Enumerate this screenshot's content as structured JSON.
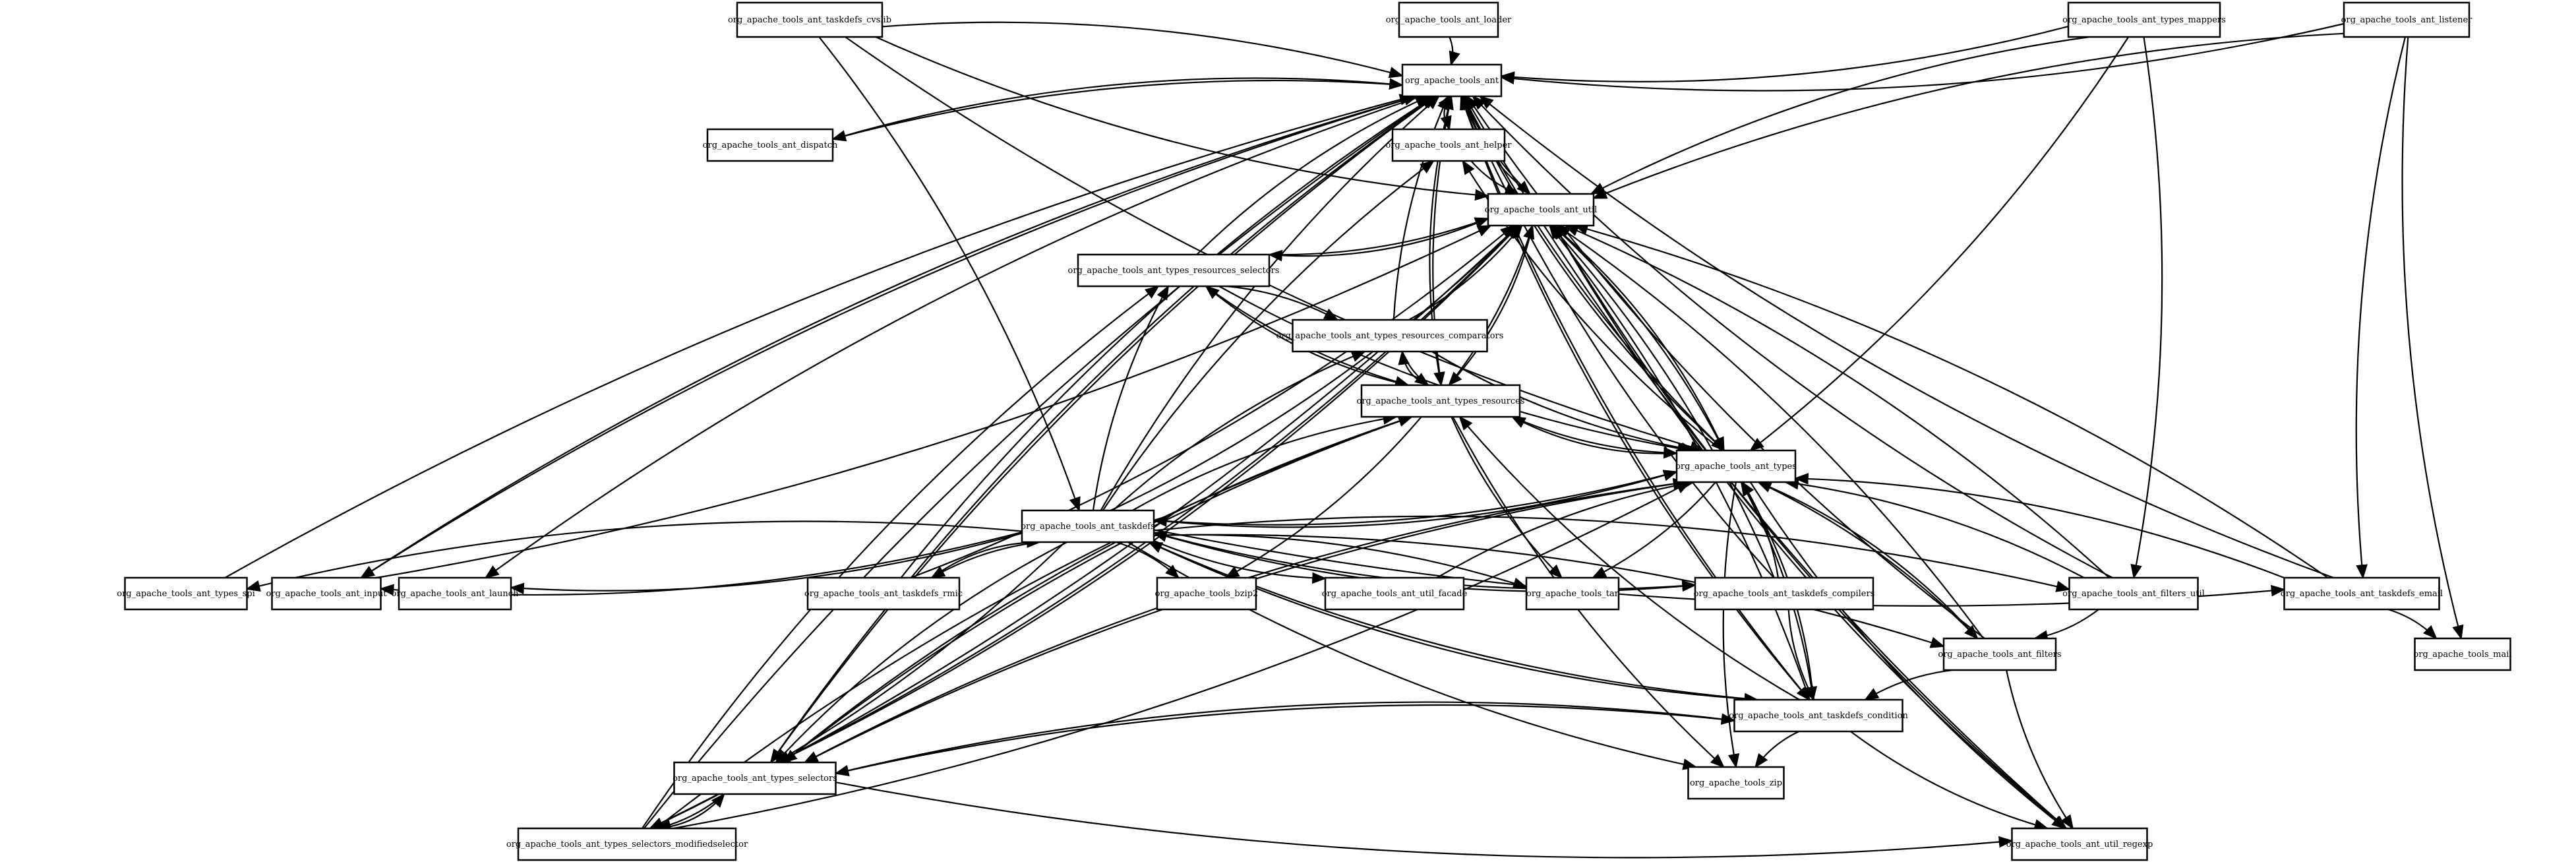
{
  "diagram": {
    "type": "package-dependency-graph",
    "nodes": [
      {
        "id": "ant",
        "label": "org_apache_tools_ant"
      },
      {
        "id": "taskdefs_cvslib",
        "label": "org_apache_tools_ant_taskdefs_cvslib"
      },
      {
        "id": "loader",
        "label": "org_apache_tools_ant_loader"
      },
      {
        "id": "types_mappers",
        "label": "org_apache_tools_ant_types_mappers"
      },
      {
        "id": "listener",
        "label": "org_apache_tools_ant_listener"
      },
      {
        "id": "dispatch",
        "label": "org_apache_tools_ant_dispatch"
      },
      {
        "id": "helper",
        "label": "org_apache_tools_ant_helper"
      },
      {
        "id": "util",
        "label": "org_apache_tools_ant_util"
      },
      {
        "id": "res_selectors",
        "label": "org_apache_tools_ant_types_resources_selectors"
      },
      {
        "id": "res_comparators",
        "label": "org_apache_tools_ant_types_resources_comparators"
      },
      {
        "id": "resources",
        "label": "org_apache_tools_ant_types_resources"
      },
      {
        "id": "types",
        "label": "org_apache_tools_ant_types"
      },
      {
        "id": "taskdefs",
        "label": "org_apache_tools_ant_taskdefs"
      },
      {
        "id": "types_spi",
        "label": "org_apache_tools_ant_types_spi"
      },
      {
        "id": "input",
        "label": "org_apache_tools_ant_input"
      },
      {
        "id": "launch",
        "label": "org_apache_tools_ant_launch"
      },
      {
        "id": "taskdefs_rmic",
        "label": "org_apache_tools_ant_taskdefs_rmic"
      },
      {
        "id": "bzip2",
        "label": "org_apache_tools_bzip2"
      },
      {
        "id": "util_facade",
        "label": "org_apache_tools_ant_util_facade"
      },
      {
        "id": "tar",
        "label": "org_apache_tools_tar"
      },
      {
        "id": "taskdefs_compilers",
        "label": "org_apache_tools_ant_taskdefs_compilers"
      },
      {
        "id": "filters_util",
        "label": "org_apache_tools_ant_filters_util"
      },
      {
        "id": "taskdefs_email",
        "label": "org_apache_tools_ant_taskdefs_email"
      },
      {
        "id": "mail",
        "label": "org_apache_tools_mail"
      },
      {
        "id": "filters",
        "label": "org_apache_tools_ant_filters"
      },
      {
        "id": "taskdefs_condition",
        "label": "org_apache_tools_ant_taskdefs_condition"
      },
      {
        "id": "types_selectors",
        "label": "org_apache_tools_ant_types_selectors"
      },
      {
        "id": "zip",
        "label": "org_apache_tools_zip"
      },
      {
        "id": "selectors_modified",
        "label": "org_apache_tools_ant_types_selectors_modifiedselector"
      },
      {
        "id": "util_regexp",
        "label": "org_apache_tools_ant_util_regexp"
      }
    ],
    "edges": [
      [
        "taskdefs_cvslib",
        "ant"
      ],
      [
        "taskdefs_cvslib",
        "util"
      ],
      [
        "taskdefs_cvslib",
        "taskdefs"
      ],
      [
        "taskdefs_cvslib",
        "types"
      ],
      [
        "loader",
        "ant"
      ],
      [
        "types_mappers",
        "ant"
      ],
      [
        "types_mappers",
        "util"
      ],
      [
        "types_mappers",
        "types"
      ],
      [
        "types_mappers",
        "filters_util"
      ],
      [
        "listener",
        "ant"
      ],
      [
        "listener",
        "util"
      ],
      [
        "listener",
        "taskdefs_email"
      ],
      [
        "listener",
        "mail"
      ],
      [
        "ant",
        "dispatch"
      ],
      [
        "dispatch",
        "ant"
      ],
      [
        "ant",
        "helper"
      ],
      [
        "helper",
        "ant"
      ],
      [
        "helper",
        "util"
      ],
      [
        "ant",
        "util"
      ],
      [
        "util",
        "ant"
      ],
      [
        "ant",
        "launch"
      ],
      [
        "ant",
        "input"
      ],
      [
        "input",
        "ant"
      ],
      [
        "ant",
        "types"
      ],
      [
        "types",
        "ant"
      ],
      [
        "ant",
        "taskdefs_condition"
      ],
      [
        "taskdefs_condition",
        "ant"
      ],
      [
        "ant",
        "types_selectors"
      ],
      [
        "types_selectors",
        "ant"
      ],
      [
        "ant",
        "resources"
      ],
      [
        "resources",
        "ant"
      ],
      [
        "res_selectors",
        "ant"
      ],
      [
        "res_selectors",
        "util"
      ],
      [
        "util",
        "res_selectors"
      ],
      [
        "res_selectors",
        "types"
      ],
      [
        "res_selectors",
        "res_comparators"
      ],
      [
        "res_selectors",
        "resources"
      ],
      [
        "res_comparators",
        "ant"
      ],
      [
        "res_comparators",
        "util"
      ],
      [
        "res_comparators",
        "resources"
      ],
      [
        "res_comparators",
        "types"
      ],
      [
        "resources",
        "util"
      ],
      [
        "util",
        "resources"
      ],
      [
        "resources",
        "types"
      ],
      [
        "types",
        "resources"
      ],
      [
        "resources",
        "res_comparators"
      ],
      [
        "resources",
        "res_selectors"
      ],
      [
        "resources",
        "types_selectors"
      ],
      [
        "resources",
        "bzip2"
      ],
      [
        "resources",
        "tar"
      ],
      [
        "resources",
        "zip"
      ],
      [
        "types",
        "util"
      ],
      [
        "util",
        "types"
      ],
      [
        "types",
        "helper"
      ],
      [
        "types",
        "taskdefs"
      ],
      [
        "taskdefs",
        "types"
      ],
      [
        "types",
        "filters"
      ],
      [
        "filters",
        "types"
      ],
      [
        "types",
        "taskdefs_condition"
      ],
      [
        "taskdefs_condition",
        "types"
      ],
      [
        "types",
        "types_selectors"
      ],
      [
        "types_selectors",
        "types"
      ],
      [
        "types",
        "tar"
      ],
      [
        "types",
        "zip"
      ],
      [
        "types",
        "util_regexp"
      ],
      [
        "taskdefs",
        "ant"
      ],
      [
        "taskdefs",
        "util"
      ],
      [
        "taskdefs",
        "helper"
      ],
      [
        "taskdefs",
        "res_selectors"
      ],
      [
        "taskdefs",
        "res_comparators"
      ],
      [
        "taskdefs",
        "resources"
      ],
      [
        "taskdefs",
        "types_spi"
      ],
      [
        "taskdefs",
        "input"
      ],
      [
        "taskdefs",
        "launch"
      ],
      [
        "taskdefs",
        "taskdefs_rmic"
      ],
      [
        "taskdefs_rmic",
        "taskdefs"
      ],
      [
        "taskdefs",
        "bzip2"
      ],
      [
        "taskdefs",
        "util_facade"
      ],
      [
        "taskdefs",
        "tar"
      ],
      [
        "taskdefs",
        "taskdefs_compilers"
      ],
      [
        "taskdefs_compilers",
        "taskdefs"
      ],
      [
        "taskdefs",
        "filters_util"
      ],
      [
        "taskdefs",
        "taskdefs_email"
      ],
      [
        "taskdefs",
        "filters"
      ],
      [
        "taskdefs",
        "taskdefs_condition"
      ],
      [
        "taskdefs_condition",
        "taskdefs"
      ],
      [
        "taskdefs",
        "types_selectors"
      ],
      [
        "taskdefs",
        "zip"
      ],
      [
        "taskdefs",
        "selectors_modified"
      ],
      [
        "types_spi",
        "ant"
      ],
      [
        "input",
        "util"
      ],
      [
        "taskdefs_rmic",
        "ant"
      ],
      [
        "taskdefs_rmic",
        "util"
      ],
      [
        "util_facade",
        "types"
      ],
      [
        "taskdefs_compilers",
        "ant"
      ],
      [
        "taskdefs_compilers",
        "util"
      ],
      [
        "taskdefs_compilers",
        "types"
      ],
      [
        "taskdefs_compilers",
        "taskdefs_condition"
      ],
      [
        "filters_util",
        "ant"
      ],
      [
        "filters_util",
        "util"
      ],
      [
        "filters_util",
        "types"
      ],
      [
        "filters_util",
        "filters"
      ],
      [
        "taskdefs_email",
        "ant"
      ],
      [
        "taskdefs_email",
        "util"
      ],
      [
        "taskdefs_email",
        "types"
      ],
      [
        "taskdefs_email",
        "mail"
      ],
      [
        "filters",
        "ant"
      ],
      [
        "filters",
        "util"
      ],
      [
        "filters",
        "taskdefs_condition"
      ],
      [
        "filters",
        "util_regexp"
      ],
      [
        "taskdefs_condition",
        "util"
      ],
      [
        "taskdefs_condition",
        "resources"
      ],
      [
        "taskdefs_condition",
        "types_selectors"
      ],
      [
        "types_selectors",
        "taskdefs_condition"
      ],
      [
        "taskdefs_condition",
        "zip"
      ],
      [
        "taskdefs_condition",
        "util_regexp"
      ],
      [
        "types_selectors",
        "util"
      ],
      [
        "util",
        "types_selectors"
      ],
      [
        "types_selectors",
        "resources"
      ],
      [
        "types_selectors",
        "selectors_modified"
      ],
      [
        "selectors_modified",
        "types_selectors"
      ],
      [
        "types_selectors",
        "util_regexp"
      ],
      [
        "selectors_modified",
        "ant"
      ],
      [
        "selectors_modified",
        "util"
      ],
      [
        "selectors_modified",
        "types"
      ],
      [
        "selectors_modified",
        "resources"
      ],
      [
        "selectors_modified",
        "res_selectors"
      ],
      [
        "util_regexp",
        "ant"
      ],
      [
        "util_regexp",
        "util"
      ],
      [
        "util",
        "util_regexp"
      ]
    ]
  }
}
